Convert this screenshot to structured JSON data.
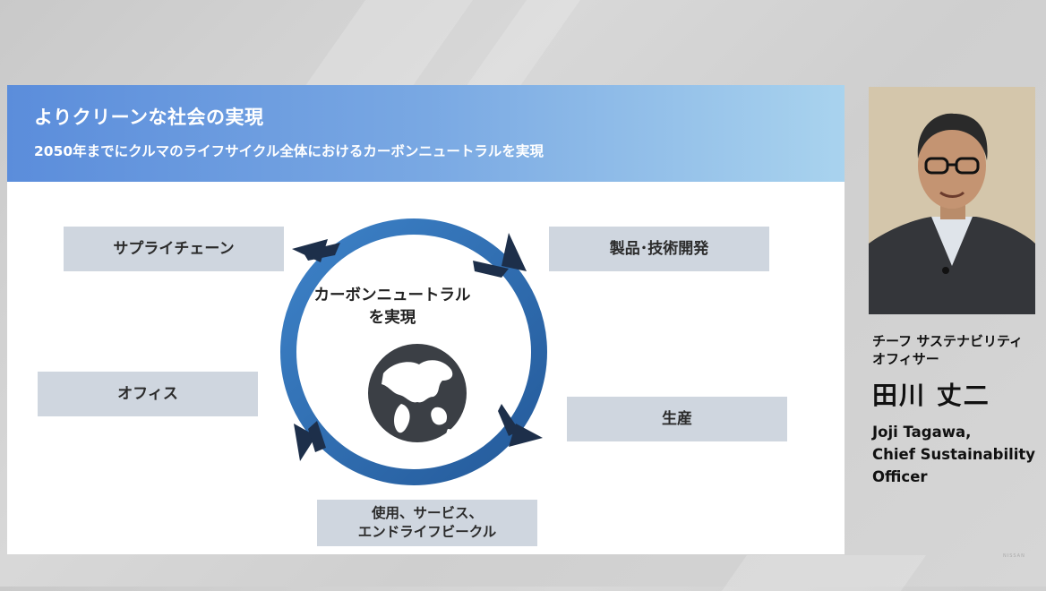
{
  "slide": {
    "title": "よりクリーンな社会の実現",
    "subtitle": "2050年までにクルマのライフサイクル全体におけるカーボンニュートラルを実現",
    "center_line1": "カーボンニュートラル",
    "center_line2": "を実現",
    "stages": {
      "supply_chain": "サプライチェーン",
      "product_tech": "製品･技術開発",
      "office": "オフィス",
      "production": "生産",
      "usage_line1": "使用、サービス、",
      "usage_line2": "エンドライフビークル"
    }
  },
  "speaker": {
    "title_jp_line1": "チーフ サステナビリティ",
    "title_jp_line2": "オフィサー",
    "name_jp": "田川 丈二",
    "name_en_line1": "Joji Tagawa,",
    "name_en_line2": "Chief Sustainability",
    "name_en_line3": "Officer"
  },
  "watermark": "NISSAN",
  "colors": {
    "header_start": "#5b8ddb",
    "header_end": "#a9d3ee",
    "cycle_ring": "#2f6fb5",
    "arrow_dark": "#1d2f4a",
    "stage_box": "#cfd6df",
    "globe": "#3b3f45"
  },
  "icons": {
    "globe": "globe-icon",
    "cycle": "cycle-arrows-icon"
  }
}
